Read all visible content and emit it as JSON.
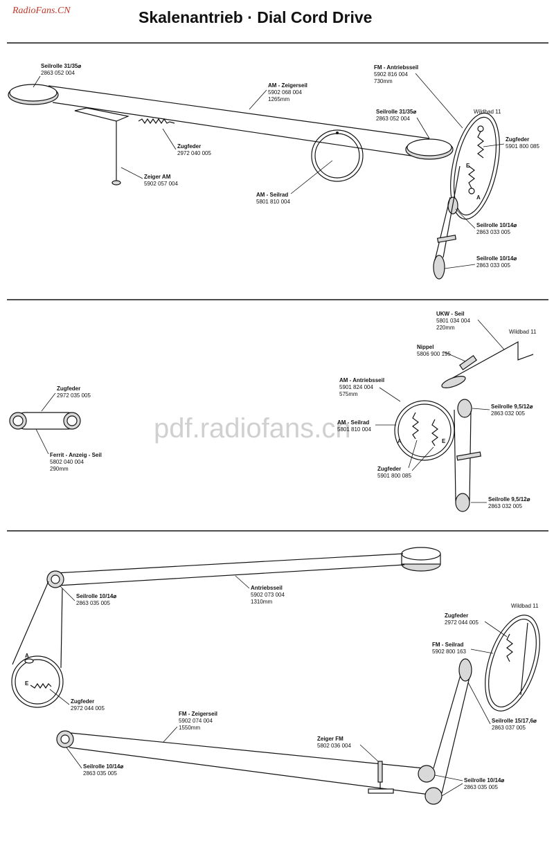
{
  "header": {
    "brand": "RadioFans.CN",
    "title": "Skalenantrieb · Dial Cord Drive",
    "watermark": "pdf.radiofans.cn"
  },
  "section1": {
    "seilrolle_left": {
      "name": "Seilrolle 31/35⌀",
      "part": "2863 052 004"
    },
    "am_zeigerseil": {
      "name": "AM - Zeigerseil",
      "part": "5902 068 004",
      "length": "1265mm"
    },
    "zugfeder": {
      "name": "Zugfeder",
      "part": "2972 040 005"
    },
    "zeiger_am": {
      "name": "Zeiger AM",
      "part": "5902 057 004"
    },
    "am_seilrad": {
      "name": "AM - Seilrad",
      "part": "5801 810 004"
    },
    "fm_antriebsseil": {
      "name": "FM - Antriebsseil",
      "part": "5902 816 004",
      "length": "730mm"
    },
    "seilrolle_right": {
      "name": "Seilrolle 31/35⌀",
      "part": "2863 052 004"
    },
    "wildbad": "Wildbad 11",
    "zugfeder_r": {
      "name": "Zugfeder",
      "part": "5901 800 085"
    },
    "seilrolle_1014_a": {
      "name": "Seilrolle 10/14⌀",
      "part": "2863 033 005"
    },
    "seilrolle_1014_b": {
      "name": "Seilrolle 10/14⌀",
      "part": "2863 033 005"
    },
    "mark_e": "E",
    "mark_a": "A"
  },
  "section2": {
    "zugfeder": {
      "name": "Zugfeder",
      "part": "2972 035 005"
    },
    "ferrit": {
      "name": "Ferrit - Anzeig - Seil",
      "part": "5802 040 004",
      "length": "290mm"
    },
    "ukw_seil": {
      "name": "UKW - Seil",
      "part": "5801 034 004",
      "length": "220mm"
    },
    "wildbad": "Wildbad 11",
    "nippel": {
      "name": "Nippel",
      "part": "5806 900 195"
    },
    "am_antriebsseil": {
      "name": "AM - Antriebsseil",
      "part": "5901 824 004",
      "length": "575mm"
    },
    "am_seilrad": {
      "name": "AM - Seilrad",
      "part": "5801 810 004"
    },
    "seilrolle_95_a": {
      "name": "Seilrolle 9,5/12⌀",
      "part": "2863 032 005"
    },
    "seilrolle_95_b": {
      "name": "Seilrolle 9,5/12⌀",
      "part": "2863 032 005"
    },
    "zugfeder_b": {
      "name": "Zugfeder",
      "part": "5901 800 085"
    },
    "mark_a": "A",
    "mark_e": "E"
  },
  "section3": {
    "seilrolle_1014_top": {
      "name": "Seilrolle 10/14⌀",
      "part": "2863 035 005"
    },
    "antriebsseil": {
      "name": "Antriebsseil",
      "part": "5902 073 004",
      "length": "1310mm"
    },
    "wildbad": "Wildbad 11",
    "zugfeder_r": {
      "name": "Zugfeder",
      "part": "2972 044 005"
    },
    "fm_seilrad": {
      "name": "FM - Seilrad",
      "part": "5902 800 163"
    },
    "zugfeder_l": {
      "name": "Zugfeder",
      "part": "2972 044 005"
    },
    "fm_zeigerseil": {
      "name": "FM - Zeigerseil",
      "part": "5902 074 004",
      "length": "1550mm"
    },
    "seilrolle_1576": {
      "name": "Seilrolle 15/17,6⌀",
      "part": "2863 037 005"
    },
    "zeiger_fm": {
      "name": "Zeiger FM",
      "part": "5802 036 004"
    },
    "seilrolle_1014_bl": {
      "name": "Seilrolle 10/14⌀",
      "part": "2863 035 005"
    },
    "seilrolle_1014_br": {
      "name": "Seilrolle 10/14⌀",
      "part": "2863 035 005"
    },
    "mark_a": "A",
    "mark_e": "E"
  }
}
